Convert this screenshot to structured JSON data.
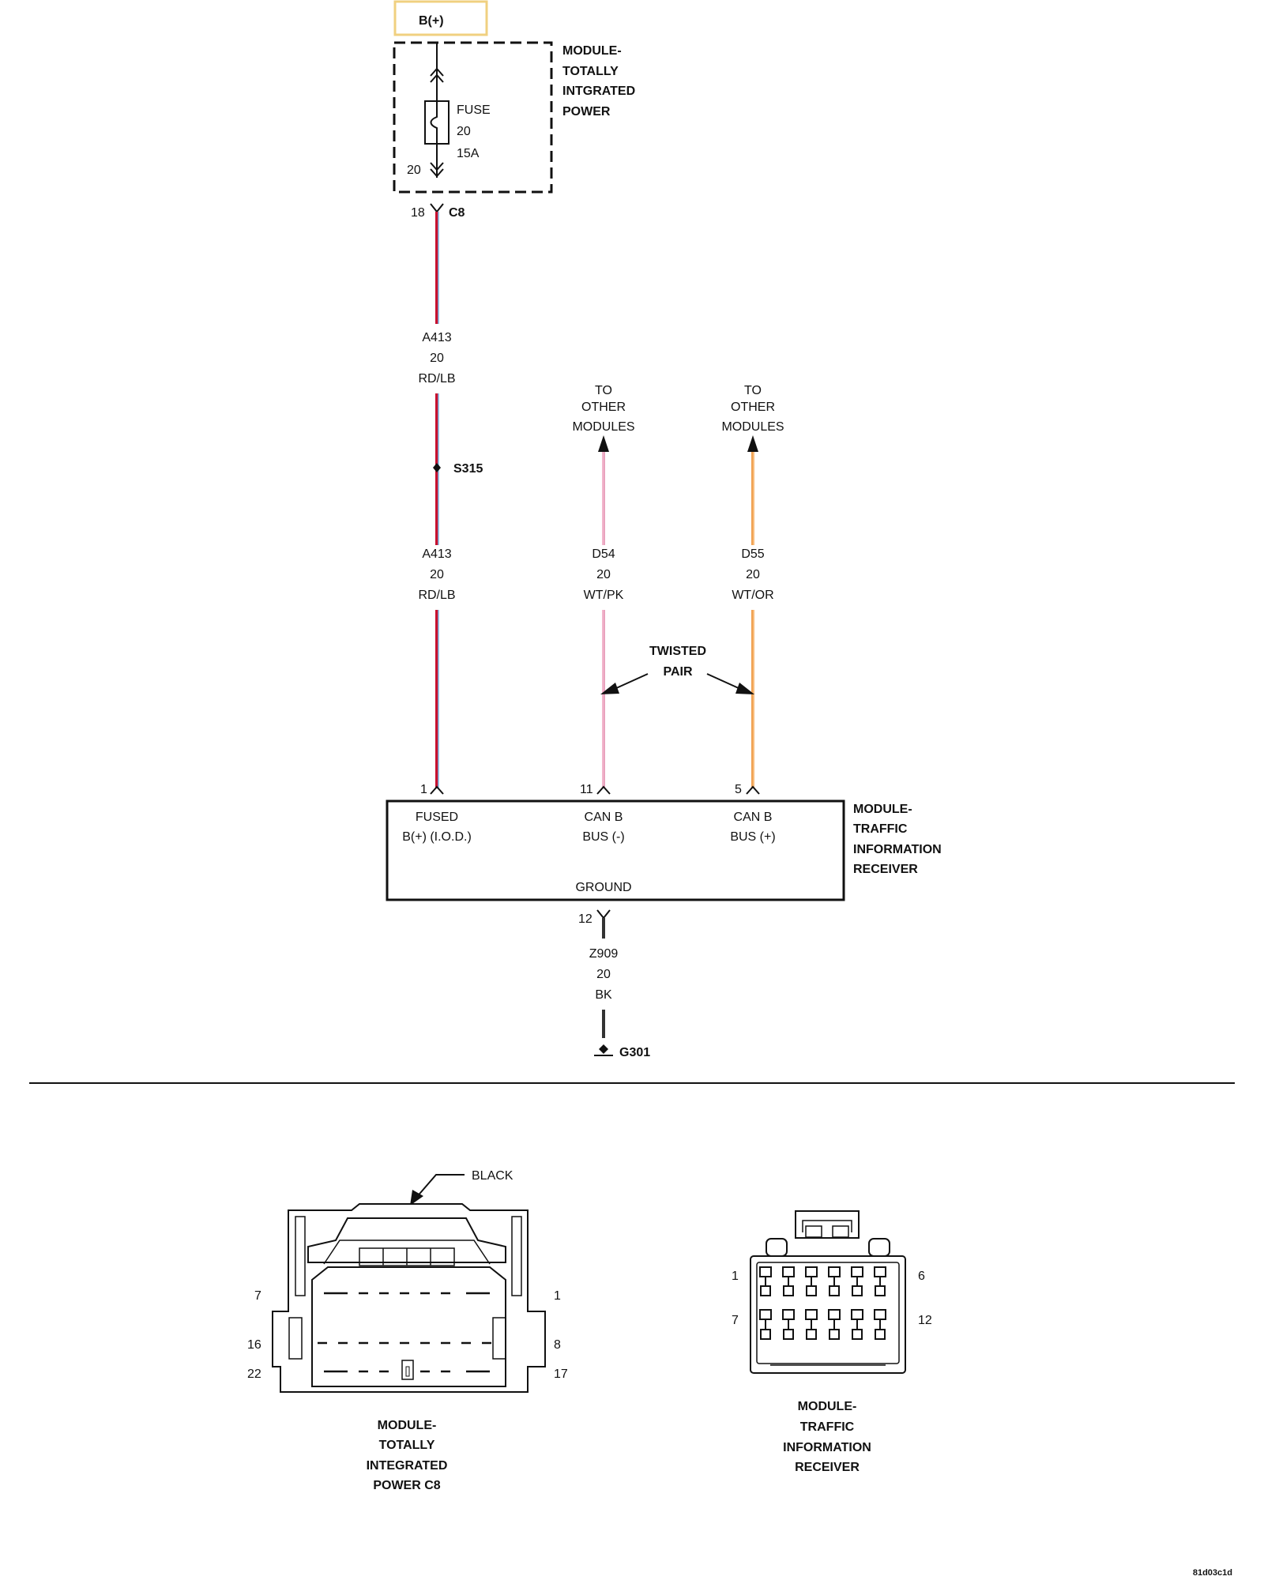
{
  "power_source": {
    "label": "B(+)"
  },
  "tipm": {
    "title_lines": [
      "MODULE-",
      "TOTALLY",
      "INTGRATED",
      "POWER"
    ],
    "fuse_label": "FUSE",
    "fuse_number": "20",
    "fuse_rating": "15A",
    "fuse_pin": "20",
    "connector_pin": "18",
    "connector_id": "C8"
  },
  "wires": {
    "a413_upper": {
      "circuit": "A413",
      "gauge": "20",
      "color": "RD/LB"
    },
    "a413_lower": {
      "circuit": "A413",
      "gauge": "20",
      "color": "RD/LB"
    },
    "splice": "S315",
    "d54": {
      "circuit": "D54",
      "gauge": "20",
      "color": "WT/PK",
      "dest_lines": [
        "TO",
        "OTHER",
        "MODULES"
      ]
    },
    "d55": {
      "circuit": "D55",
      "gauge": "20",
      "color": "WT/OR",
      "dest_lines": [
        "TO",
        "OTHER",
        "MODULES"
      ]
    },
    "twisted_pair_lines": [
      "TWISTED",
      "PAIR"
    ],
    "z909": {
      "circuit": "Z909",
      "gauge": "20",
      "color": "BK"
    },
    "ground_id": "G301"
  },
  "receiver": {
    "title_lines": [
      "MODULE-",
      "TRAFFIC",
      "INFORMATION",
      "RECEIVER"
    ],
    "pins": [
      {
        "pin": "1",
        "func_lines": [
          "FUSED",
          "B(+) (I.O.D.)"
        ]
      },
      {
        "pin": "11",
        "func_lines": [
          "CAN B",
          "BUS (-)"
        ]
      },
      {
        "pin": "5",
        "func_lines": [
          "CAN B",
          "BUS (+)"
        ]
      }
    ],
    "ground_label": "GROUND",
    "ground_pin": "12"
  },
  "connector_views": {
    "tipm_c8": {
      "color_label": "BLACK",
      "pin_labels": {
        "top_left": "7",
        "top_right": "1",
        "mid_left": "16",
        "mid_right": "8",
        "bot_left": "22",
        "bot_right": "17"
      },
      "caption_lines": [
        "MODULE-",
        "TOTALLY",
        "INTEGRATED",
        "POWER C8"
      ]
    },
    "receiver": {
      "pin_labels": {
        "top_left": "1",
        "top_right": "6",
        "bot_left": "7",
        "bot_right": "12"
      },
      "caption_lines": [
        "MODULE-",
        "TRAFFIC",
        "INFORMATION",
        "RECEIVER"
      ]
    }
  },
  "doc_id": "81d03c1d",
  "colors": {
    "red_wire": "#c8102e",
    "light_blue_stripe": "#7fb8e6",
    "pink_wire": "#f2b6cc",
    "orange_wire": "#f0a050",
    "black_wire": "#333333",
    "source_box_border": "#f0d080"
  }
}
